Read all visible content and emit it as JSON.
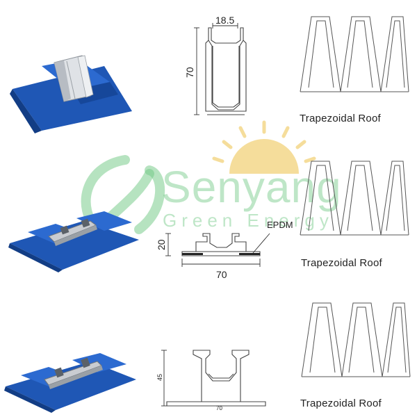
{
  "rows": [
    {
      "profile": {
        "top_dim": "18.5",
        "height_dim": "70"
      },
      "roof_label": "Trapezoidal Roof"
    },
    {
      "profile": {
        "height_dim": "20",
        "width_dim": "70",
        "callout": "EPDM"
      },
      "roof_label": "Trapezoidal Roof"
    },
    {
      "profile": {
        "height_dim": "45",
        "width_dim": "70"
      },
      "roof_label": "Trapezoidal Roof"
    }
  ],
  "watermark": {
    "name": "Senyang",
    "tagline": "Green Energy"
  },
  "colors": {
    "roof_blue": "#1f57b5",
    "rail_silver": "#c9ccd1",
    "watermark_green": "#6ec882",
    "sun_yellow": "#f2d27a"
  }
}
